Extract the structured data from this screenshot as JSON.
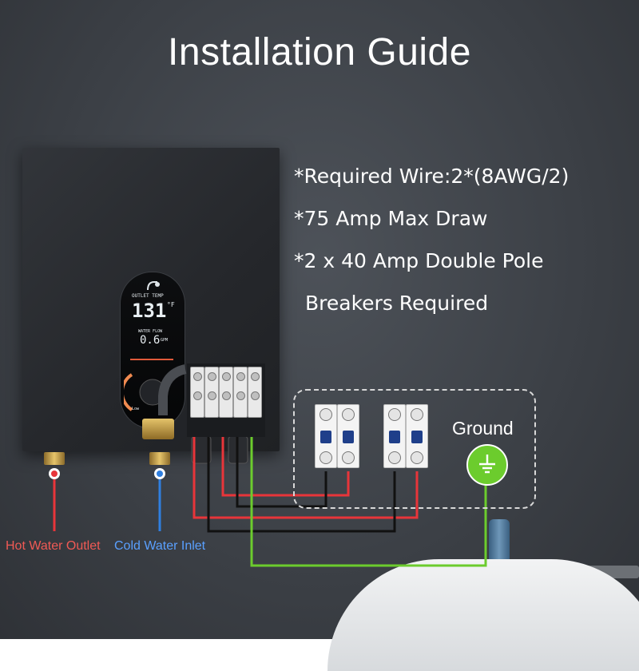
{
  "title": "Installation Guide",
  "specs": [
    "*Required Wire:2*(8AWG/2)",
    "*75 Amp Max Draw",
    "*2 x 40 Amp Double Pole",
    "Breakers Required"
  ],
  "heater": {
    "display": {
      "outlet_label": "OUTLET TEMP",
      "temperature": "131",
      "unit": "°F",
      "flow_label": "WATER FLOW",
      "flow_value": "0.6",
      "flow_unit": "GPM",
      "low_label": "Low"
    }
  },
  "labels": {
    "hot_outlet": "Hot Water Outlet",
    "cold_inlet": "Cold Water Inlet",
    "ground": "Ground"
  },
  "colors": {
    "hot": "#e8353a",
    "cold": "#2f7fe0",
    "ground_wire": "#6ccc2d",
    "line_wire": "#111111",
    "hot_label": "#f05a55",
    "cold_label": "#5aa0ff"
  }
}
